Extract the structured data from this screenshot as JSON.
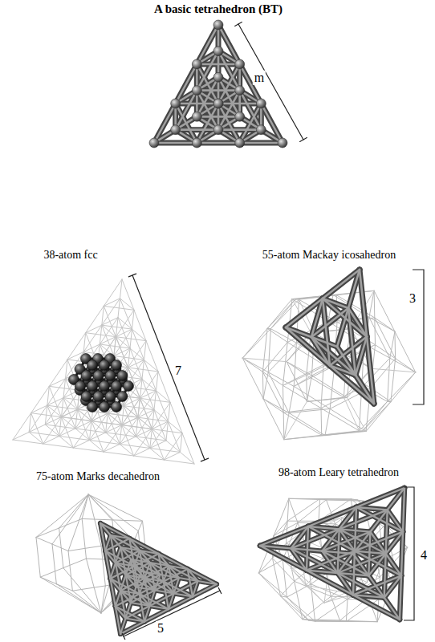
{
  "diagram": {
    "title": "A basic tetrahedron (BT)",
    "labels": [
      "m",
      "38-atom fcc",
      "7",
      "55-atom Mackay icosahedron",
      "3",
      "75-atom Marks decahedron",
      "5",
      "98-atom Leary tetrahedron",
      "4"
    ]
  }
}
